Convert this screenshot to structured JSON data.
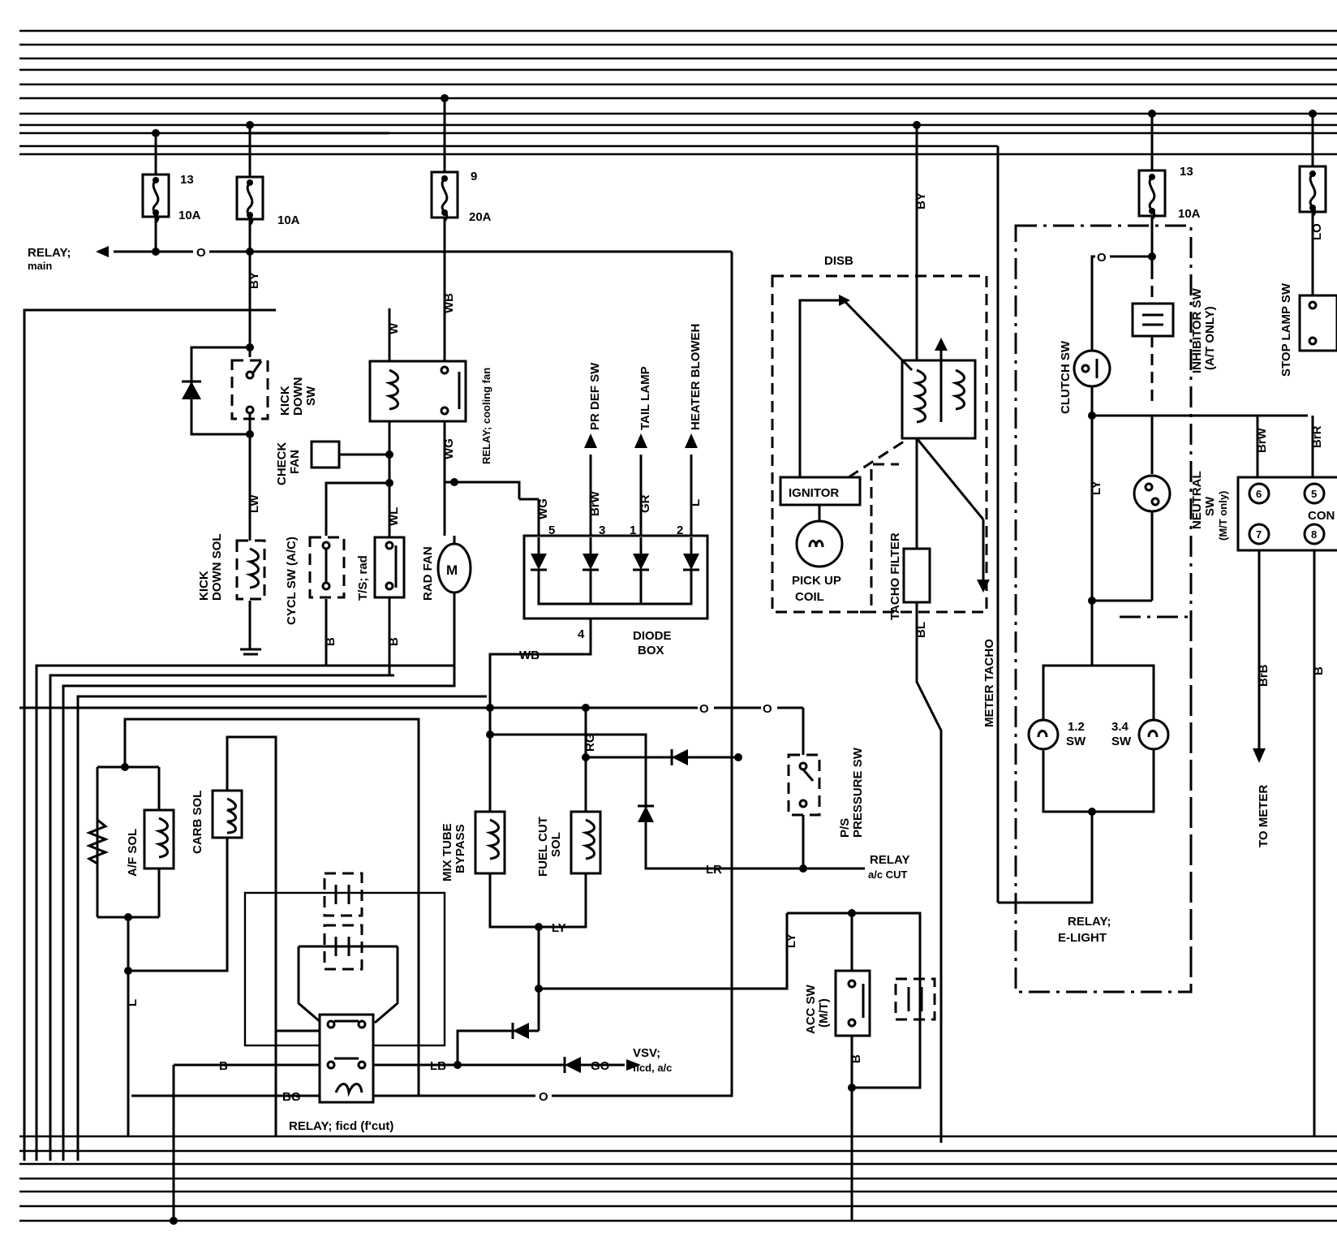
{
  "labels": {
    "fuse_13": "13",
    "fuse_10a_a": "10A",
    "fuse_10a_b": "10A",
    "fuse_9": "9",
    "fuse_20a": "20A",
    "fuse_13_r": "13",
    "fuse_10a_r": "10A",
    "relay_main_1": "RELAY;",
    "relay_main_2": "main",
    "wire_o": "O",
    "wire_by": "BY",
    "wire_w": "W",
    "wire_wb": "WB",
    "wire_wg": "WG",
    "wire_wl": "WL",
    "wire_lw": "LW",
    "wire_b": "B",
    "wire_l": "L",
    "wire_lb": "LB",
    "wire_bg": "BG",
    "wire_go": "GO",
    "wire_rg": "RG",
    "wire_lr": "LR",
    "wire_ly": "LY",
    "wire_bl": "BL",
    "wire_brw": "BrW",
    "wire_gr": "GR",
    "wire_brr": "BrR",
    "wire_brb": "BrB",
    "wire_lo": "LO",
    "kick_down_sw": "KICK DOWN SW",
    "check_fan": "CHECK FAN",
    "relay_cooling_fan": "RELAY; cooling fan",
    "pr_def_sw": "PR DEF SW",
    "tail_lamp": "TAIL LAMP",
    "heater_blower": "HEATER BLOWEH",
    "kick_down_sol": "KICK DOWN SOL",
    "cycl_sw": "CYCL SW (A/C)",
    "ts_rad": "T/S; rad",
    "rad_fan": "RAD FAN",
    "diode_box_1": "DIODE",
    "diode_box_2": "BOX",
    "pin_5": "5",
    "pin_3": "3",
    "pin_1": "1",
    "pin_2": "2",
    "pin_4": "4",
    "disb": "DISB",
    "ignitor": "IGNITOR",
    "pick_up_1": "PICK UP",
    "pick_up_2": "COIL",
    "tacho_filter": "TACHO FILTER",
    "meter_tacho": "METER TACHO",
    "af_sol": "A/F SOL",
    "carb_sol": "CARB SOL",
    "mix_tube_1": "MIX TUBE",
    "mix_tube_2": "BYPASS",
    "fuel_cut_1": "FUEL CUT",
    "fuel_cut_2": "SOL",
    "ps_pressure_1": "P/S",
    "ps_pressure_2": "PRESSURE SW",
    "relay_ac_1": "RELAY",
    "relay_ac_2": "a/c CUT",
    "vsv_1": "VSV;",
    "vsv_2": "ficd, a/c",
    "relay_ficd": "RELAY; ficd (f'cut)",
    "acc_sw_1": "ACC SW",
    "acc_sw_2": "(M/T)",
    "clutch_sw": "CLUTCH SW",
    "inhibitor_1": "INHIBITOR SW",
    "inhibitor_2": "(A/T ONLY)",
    "neutral_1": "NEUTRAL",
    "neutral_2": "SW",
    "neutral_3": "(M/T only)",
    "sw_12_1": "1.2",
    "sw_12_2": "SW",
    "sw_34_1": "3.4",
    "sw_34_2": "SW",
    "relay_elight_1": "RELAY;",
    "relay_elight_2": "E-LIGHT",
    "stop_lamp_sw": "STOP LAMP SW",
    "to_meter": "TO METER",
    "con_6": "6",
    "con_5": "5",
    "con_7": "7",
    "con_8": "8",
    "con_label": "CON"
  }
}
